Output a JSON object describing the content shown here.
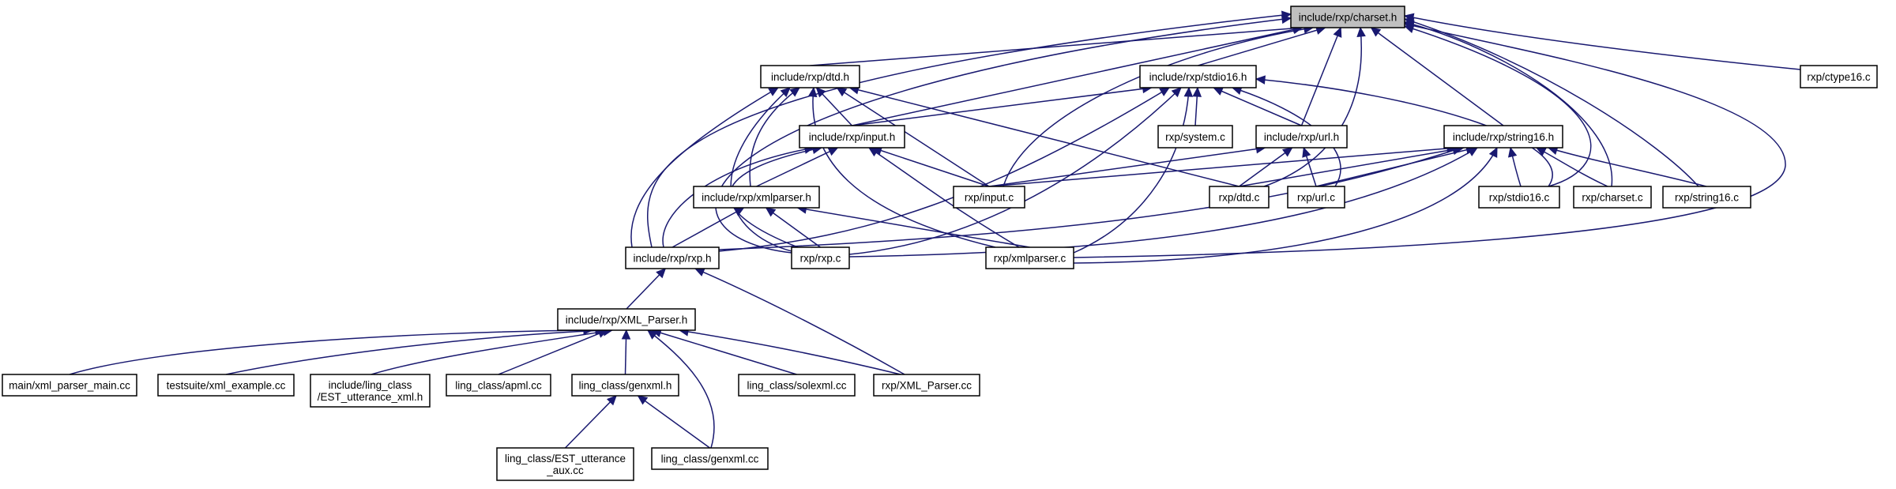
{
  "graph": {
    "root": "include/rxp/charset.h",
    "colors": {
      "edge": "#191970",
      "node_border": "#000000",
      "root_fill": "#bfbfbf",
      "background": "#ffffff"
    },
    "nodes": [
      {
        "id": "charset_h",
        "lines": [
          "include/rxp/charset.h"
        ],
        "root": true
      },
      {
        "id": "dtd_h",
        "lines": [
          "include/rxp/dtd.h"
        ]
      },
      {
        "id": "stdio16_h",
        "lines": [
          "include/rxp/stdio16.h"
        ]
      },
      {
        "id": "ctype16_c",
        "lines": [
          "rxp/ctype16.c"
        ]
      },
      {
        "id": "input_h",
        "lines": [
          "include/rxp/input.h"
        ]
      },
      {
        "id": "system_c",
        "lines": [
          "rxp/system.c"
        ]
      },
      {
        "id": "url_h",
        "lines": [
          "include/rxp/url.h"
        ]
      },
      {
        "id": "string16_h",
        "lines": [
          "include/rxp/string16.h"
        ]
      },
      {
        "id": "xmlparser_h",
        "lines": [
          "include/rxp/xmlparser.h"
        ]
      },
      {
        "id": "input_c",
        "lines": [
          "rxp/input.c"
        ]
      },
      {
        "id": "dtd_c",
        "lines": [
          "rxp/dtd.c"
        ]
      },
      {
        "id": "url_c",
        "lines": [
          "rxp/url.c"
        ]
      },
      {
        "id": "stdio16_c",
        "lines": [
          "rxp/stdio16.c"
        ]
      },
      {
        "id": "charset_c",
        "lines": [
          "rxp/charset.c"
        ]
      },
      {
        "id": "string16_c",
        "lines": [
          "rxp/string16.c"
        ]
      },
      {
        "id": "rxp_h",
        "lines": [
          "include/rxp/rxp.h"
        ]
      },
      {
        "id": "rxp_c",
        "lines": [
          "rxp/rxp.c"
        ]
      },
      {
        "id": "xmlparser_c",
        "lines": [
          "rxp/xmlparser.c"
        ]
      },
      {
        "id": "xml_parser_h",
        "lines": [
          "include/rxp/XML_Parser.h"
        ]
      },
      {
        "id": "main_cc",
        "lines": [
          "main/xml_parser_main.cc"
        ]
      },
      {
        "id": "testsuite_cc",
        "lines": [
          "testsuite/xml_example.cc"
        ]
      },
      {
        "id": "est_utt_xml_h",
        "lines": [
          "include/ling_class",
          "/EST_utterance_xml.h"
        ]
      },
      {
        "id": "apml_cc",
        "lines": [
          "ling_class/apml.cc"
        ]
      },
      {
        "id": "genxml_h",
        "lines": [
          "ling_class/genxml.h"
        ]
      },
      {
        "id": "solexml_cc",
        "lines": [
          "ling_class/solexml.cc"
        ]
      },
      {
        "id": "xml_parser_cc",
        "lines": [
          "rxp/XML_Parser.cc"
        ]
      },
      {
        "id": "est_utt_aux_cc",
        "lines": [
          "ling_class/EST_utterance",
          "_aux.cc"
        ]
      },
      {
        "id": "genxml_cc",
        "lines": [
          "ling_class/genxml.cc"
        ]
      }
    ],
    "edges": [
      {
        "from": "dtd_h",
        "to": "charset_h"
      },
      {
        "from": "stdio16_h",
        "to": "charset_h"
      },
      {
        "from": "ctype16_c",
        "to": "charset_h"
      },
      {
        "from": "input_h",
        "to": "charset_h"
      },
      {
        "from": "url_h",
        "to": "charset_h"
      },
      {
        "from": "string16_h",
        "to": "charset_h"
      },
      {
        "from": "input_c",
        "to": "charset_h"
      },
      {
        "from": "dtd_c",
        "to": "charset_h"
      },
      {
        "from": "stdio16_c",
        "to": "charset_h"
      },
      {
        "from": "charset_c",
        "to": "charset_h"
      },
      {
        "from": "string16_c",
        "to": "charset_h"
      },
      {
        "from": "rxp_h",
        "to": "charset_h"
      },
      {
        "from": "rxp_c",
        "to": "charset_h"
      },
      {
        "from": "xmlparser_c",
        "to": "charset_h"
      },
      {
        "from": "input_h",
        "to": "dtd_h"
      },
      {
        "from": "xmlparser_h",
        "to": "dtd_h"
      },
      {
        "from": "input_c",
        "to": "dtd_h"
      },
      {
        "from": "dtd_c",
        "to": "dtd_h"
      },
      {
        "from": "rxp_h",
        "to": "dtd_h"
      },
      {
        "from": "rxp_c",
        "to": "dtd_h"
      },
      {
        "from": "xmlparser_c",
        "to": "dtd_h"
      },
      {
        "from": "input_h",
        "to": "stdio16_h"
      },
      {
        "from": "system_c",
        "to": "stdio16_h"
      },
      {
        "from": "url_h",
        "to": "stdio16_h"
      },
      {
        "from": "url_c",
        "to": "stdio16_h"
      },
      {
        "from": "stdio16_c",
        "to": "stdio16_h"
      },
      {
        "from": "rxp_h",
        "to": "stdio16_h"
      },
      {
        "from": "rxp_c",
        "to": "stdio16_h"
      },
      {
        "from": "xmlparser_c",
        "to": "stdio16_h"
      },
      {
        "from": "xmlparser_h",
        "to": "input_h"
      },
      {
        "from": "input_c",
        "to": "input_h"
      },
      {
        "from": "rxp_h",
        "to": "input_h"
      },
      {
        "from": "rxp_c",
        "to": "input_h"
      },
      {
        "from": "xmlparser_c",
        "to": "input_h"
      },
      {
        "from": "input_c",
        "to": "url_h"
      },
      {
        "from": "dtd_c",
        "to": "url_h"
      },
      {
        "from": "url_c",
        "to": "url_h"
      },
      {
        "from": "input_c",
        "to": "string16_h"
      },
      {
        "from": "dtd_c",
        "to": "string16_h"
      },
      {
        "from": "url_c",
        "to": "string16_h"
      },
      {
        "from": "stdio16_c",
        "to": "string16_h"
      },
      {
        "from": "charset_c",
        "to": "string16_h"
      },
      {
        "from": "string16_c",
        "to": "string16_h"
      },
      {
        "from": "rxp_h",
        "to": "string16_h"
      },
      {
        "from": "rxp_c",
        "to": "string16_h"
      },
      {
        "from": "xmlparser_c",
        "to": "string16_h"
      },
      {
        "from": "rxp_h",
        "to": "xmlparser_h"
      },
      {
        "from": "rxp_c",
        "to": "xmlparser_h"
      },
      {
        "from": "xmlparser_c",
        "to": "xmlparser_h"
      },
      {
        "from": "xml_parser_h",
        "to": "rxp_h"
      },
      {
        "from": "xml_parser_cc",
        "to": "rxp_h"
      },
      {
        "from": "main_cc",
        "to": "xml_parser_h"
      },
      {
        "from": "testsuite_cc",
        "to": "xml_parser_h"
      },
      {
        "from": "est_utt_xml_h",
        "to": "xml_parser_h"
      },
      {
        "from": "apml_cc",
        "to": "xml_parser_h"
      },
      {
        "from": "genxml_h",
        "to": "xml_parser_h"
      },
      {
        "from": "solexml_cc",
        "to": "xml_parser_h"
      },
      {
        "from": "xml_parser_cc",
        "to": "xml_parser_h"
      },
      {
        "from": "genxml_cc",
        "to": "xml_parser_h"
      },
      {
        "from": "est_utt_aux_cc",
        "to": "genxml_h"
      },
      {
        "from": "genxml_cc",
        "to": "genxml_h"
      }
    ]
  }
}
